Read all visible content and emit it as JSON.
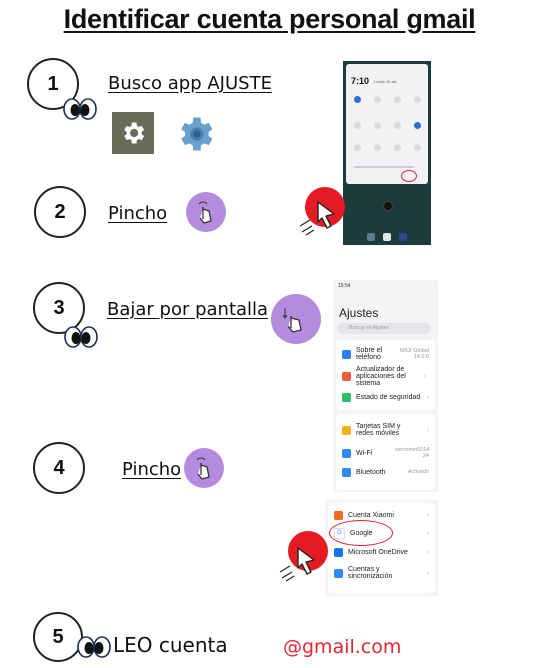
{
  "title": "Identificar cuenta personal gmail",
  "steps": [
    {
      "number": "1",
      "label": "Busco app AJUSTE"
    },
    {
      "number": "2",
      "label": "Pincho"
    },
    {
      "number": "3",
      "label": "Bajar por pantalla"
    },
    {
      "number": "4",
      "label": "Pincho"
    },
    {
      "number": "5",
      "label": "LEO cuenta",
      "email": "@gmail.com"
    }
  ],
  "phone_top": {
    "time": "7:10",
    "date": "Lunes 15 dic"
  },
  "settings_screen": {
    "status_time": "15:54",
    "heading": "Ajustes",
    "search_placeholder": "Buscar en Ajustes",
    "items": [
      {
        "label": "Sobre el teléfono",
        "value": "MIUI Global 14.0.8",
        "color": "#2f7cf6"
      },
      {
        "label": "Actualizador de aplicaciones del sistema",
        "value": "",
        "color": "#f25b3b"
      },
      {
        "label": "Estado de seguridad",
        "value": "",
        "color": "#2ebd6b"
      },
      {
        "label": "Tarjetas SIM y redes móviles",
        "value": "",
        "color": "#f2b11d"
      },
      {
        "label": "Wi-Fi",
        "value": "sercomin0014 24",
        "color": "#2f8cf6"
      },
      {
        "label": "Bluetooth",
        "value": "Activado",
        "color": "#2f8cf6"
      }
    ]
  },
  "accounts_screen": {
    "items": [
      {
        "label": "Cuenta Xiaomi",
        "color": "#f26a1b"
      },
      {
        "label": "Google",
        "color": "#ffffff"
      },
      {
        "label": "Microsoft OneDrive",
        "color": "#1a73e8"
      },
      {
        "label": "Cuentas y sincronización",
        "color": "#2f8cf6"
      }
    ]
  },
  "colors": {
    "accent_purple": "#b58be0",
    "email_red": "#e3262f",
    "tap_red": "#e31b23"
  }
}
